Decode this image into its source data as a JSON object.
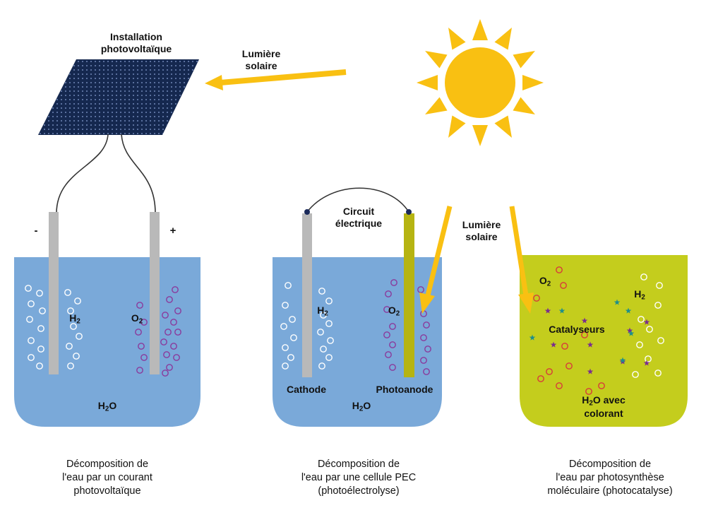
{
  "labels": {
    "pv_installation_line1": "Installation",
    "pv_installation_line2": "photovoltaïque",
    "sunlight_top_line1": "Lumière",
    "sunlight_top_line2": "solaire",
    "sunlight_right_line1": "Lumière",
    "sunlight_right_line2": "solaire",
    "circuit_line1": "Circuit",
    "circuit_line2": "électrique",
    "minus_sign": "-",
    "plus_sign": "+",
    "cathode": "Cathode",
    "photoanode": "Photoanode",
    "catalysts": "Catalyseurs",
    "dye_water_line1_suffix": "O avec",
    "dye_water_line2": "colorant"
  },
  "formulas": {
    "h_symbol": "H",
    "o_symbol": "O",
    "subscript_2": "2",
    "water_suffix": "O"
  },
  "captions": {
    "pv": [
      "Décomposition de",
      "l'eau par un courant",
      "photovoltaïque"
    ],
    "pec": [
      "Décomposition de",
      "l'eau par une cellule PEC",
      "(photoélectrolyse)"
    ],
    "photocatalysis": [
      "Décomposition de",
      "l'eau par photosynthèse",
      "moléculaire (photocatalyse)"
    ]
  },
  "colors": {
    "water_blue": "#7aa9d9",
    "dye_yellow_green": "#c4cd1d",
    "sun_yellow": "#f9c012",
    "solar_panel_navy": "#15284f",
    "electrode_gray": "#b9b9b9",
    "photoanode_olive": "#b6b412",
    "h2_bubble": "#ffffff",
    "o2_bubble_purple": "#8a3a9c",
    "o2_bubble_red": "#d83a3a",
    "star_purple": "#7a2e8e",
    "star_teal": "#1f8f8a",
    "wire": "#333333"
  }
}
